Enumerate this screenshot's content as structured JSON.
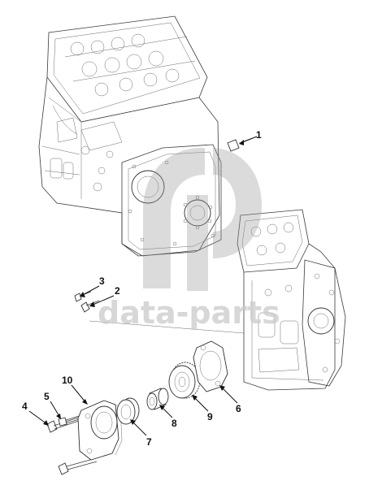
{
  "watermark": {
    "text": "data-parts",
    "color": "#c9c9c9"
  },
  "callouts": [
    {
      "id": "1",
      "label": "1"
    },
    {
      "id": "2",
      "label": "2"
    },
    {
      "id": "3",
      "label": "3"
    },
    {
      "id": "4",
      "label": "4"
    },
    {
      "id": "5",
      "label": "5"
    },
    {
      "id": "6",
      "label": "6"
    },
    {
      "id": "7",
      "label": "7"
    },
    {
      "id": "8",
      "label": "8"
    },
    {
      "id": "9",
      "label": "9"
    },
    {
      "id": "10",
      "label": "10"
    }
  ]
}
